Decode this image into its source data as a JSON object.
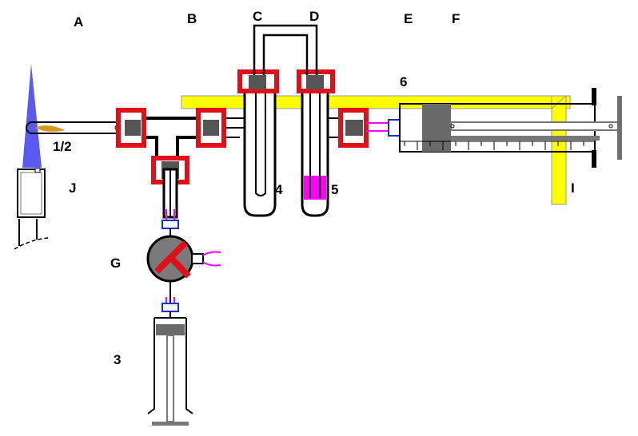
{
  "labels": {
    "A": "A",
    "B": "B",
    "C": "C",
    "D": "D",
    "E": "E",
    "F": "F",
    "G": "G",
    "I": "I",
    "J": "J",
    "n12": "1/2",
    "n3": "3",
    "n4": "4",
    "n5": "5",
    "n6": "6"
  },
  "colors": {
    "tube": "#000000",
    "seal": "#e0101a",
    "support": "#ffff00",
    "flame": "#5a5af0",
    "sample": "#d69a18",
    "dye": "#ff00ff",
    "adapter": "#1a2fc8",
    "valve": "#7a7a7a",
    "plunger": "#6a6a6a",
    "knob": "#6e6e6e"
  }
}
